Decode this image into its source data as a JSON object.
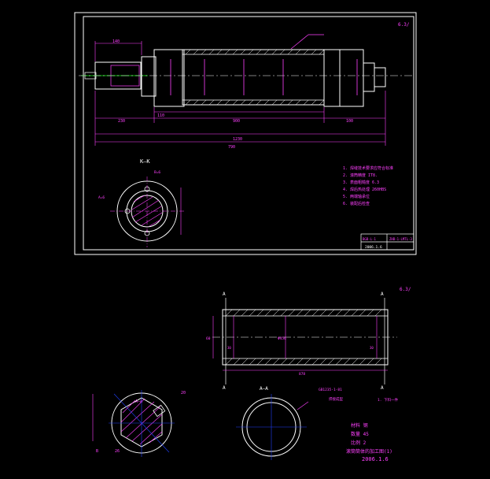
{
  "sheet1": {
    "roughness": "6.3/",
    "section_label": "K—K",
    "title_block": {
      "left_code": "BGB-L-1",
      "right_title": "ZHB-1-LMTL-3",
      "date": "2006.1.6"
    },
    "dims": {
      "overall": "1230",
      "body": "900",
      "left_a": "230",
      "left_b": "110",
      "right_a": "100",
      "mid": "790",
      "top": "140"
    },
    "notes": [
      "1. 焊缝技术要求应符合标准",
      "2. 滚筒精度 IT8.",
      "3. 表面粗糙度 6.3",
      "4. 焊后热处理 260HBS",
      "5. 两端轴承位",
      "6. 装配后检查"
    ],
    "section_labels": {
      "k_left": "A=6",
      "k_right": "B=6"
    }
  },
  "sheet2": {
    "roughness": "6.3/",
    "section_labels": {
      "a_top_left": "A",
      "a_top_right": "A",
      "a_bot_left": "A",
      "a_bot_right": "A",
      "aa_bottom": "A—A",
      "aa_left": "A—A"
    },
    "dims": {
      "length": "878",
      "wall": "60",
      "bore": "Φ456",
      "left_end": "30",
      "right_end": "30"
    },
    "callouts": [
      "GB1235-1-81",
      "焊接成型",
      "1. 下料一件"
    ],
    "labels_bottom_left": [
      "B",
      "26",
      "20"
    ],
    "title_block": {
      "lines": [
        "材料  钢",
        "数量  45",
        "比例  2"
      ],
      "title": "滚筒筒体的加工图(1)",
      "date": "2006.1.6"
    }
  }
}
